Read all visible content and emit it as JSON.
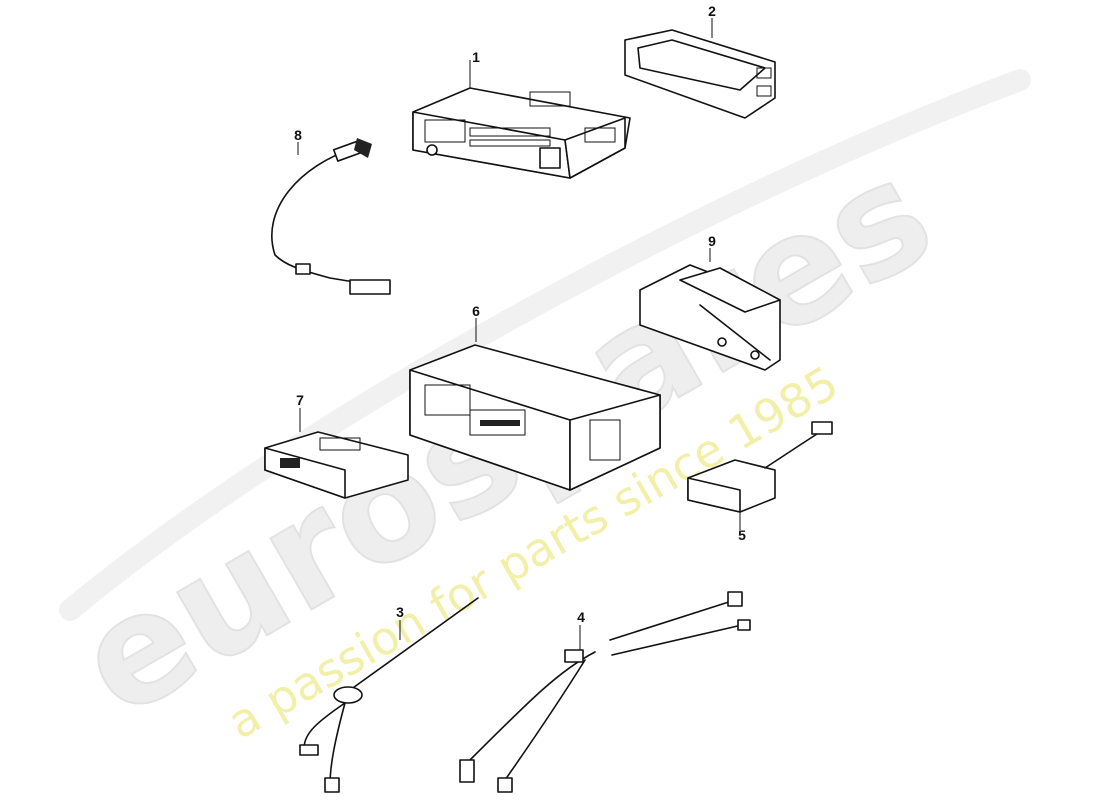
{
  "watermark": {
    "brand": "eurospares",
    "tagline": "a passion for parts since 1985"
  },
  "parts": [
    {
      "number": "1"
    },
    {
      "number": "2"
    },
    {
      "number": "3"
    },
    {
      "number": "4"
    },
    {
      "number": "5"
    },
    {
      "number": "6"
    },
    {
      "number": "7"
    },
    {
      "number": "8"
    },
    {
      "number": "9"
    }
  ]
}
